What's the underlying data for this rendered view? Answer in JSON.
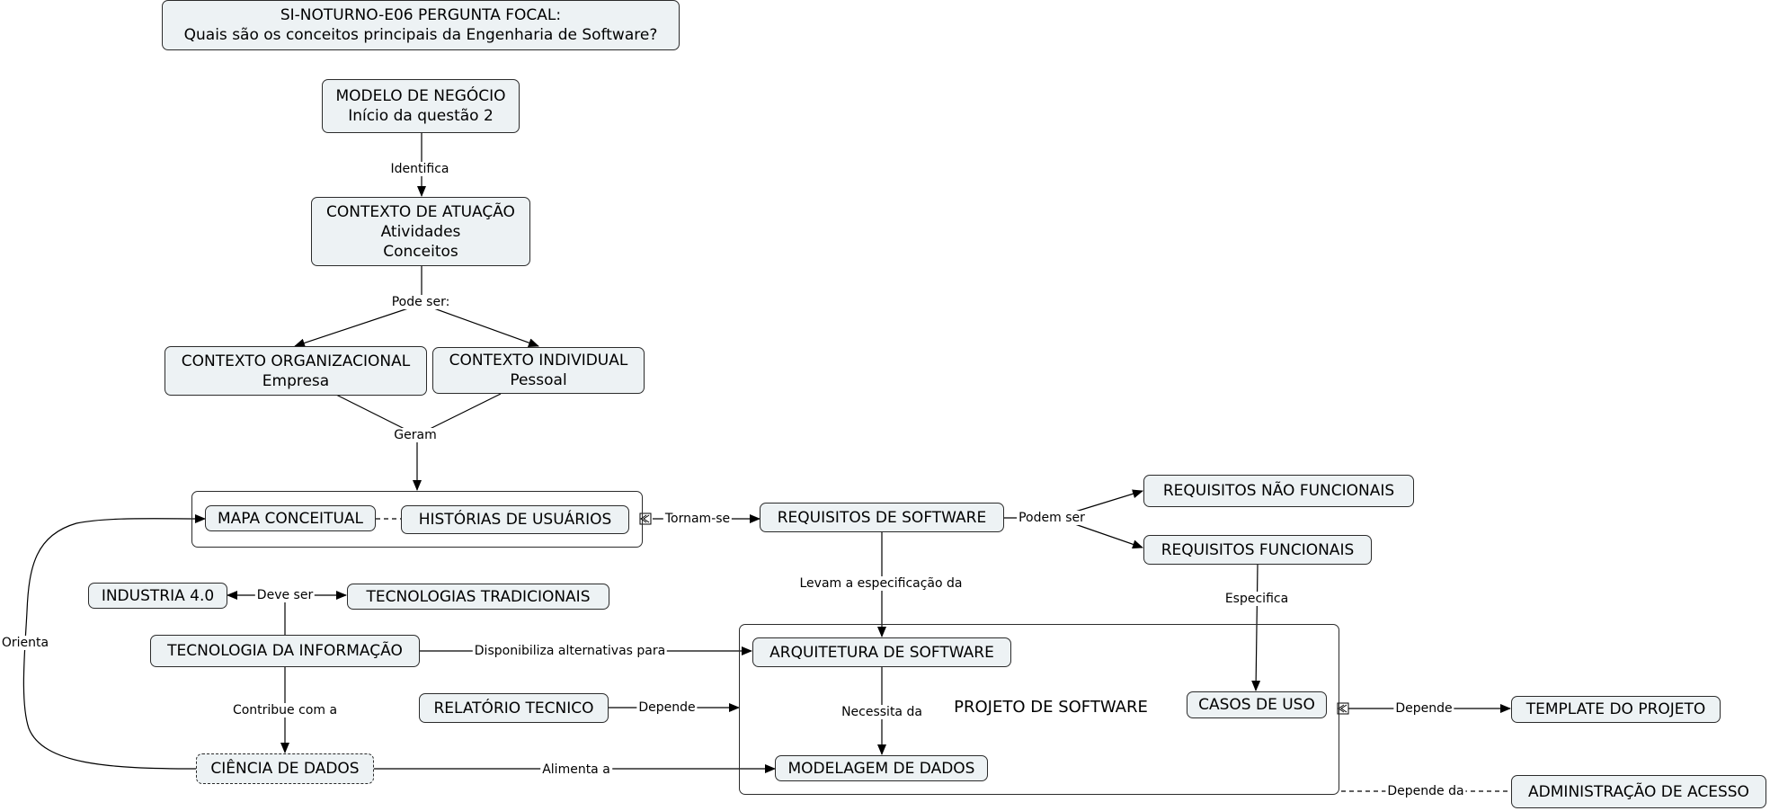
{
  "nodes": {
    "pergunta_focal": [
      "SI-NOTURNO-E06 PERGUNTA FOCAL:",
      "Quais são os conceitos principais da Engenharia de Software?"
    ],
    "modelo_negocio": [
      "MODELO DE NEGÓCIO",
      "Início da questão 2"
    ],
    "contexto_atuacao": [
      "CONTEXTO DE ATUAÇÃO",
      "Atividades",
      "Conceitos"
    ],
    "contexto_organizacional": [
      "CONTEXTO ORGANIZACIONAL",
      "Empresa"
    ],
    "contexto_individual": [
      "CONTEXTO INDIVIDUAL",
      "Pessoal"
    ],
    "mapa_conceitual": "MAPA CONCEITUAL",
    "historias_usuarios": "HISTÓRIAS DE USUÁRIOS",
    "requisitos_software": "REQUISITOS DE SOFTWARE",
    "requisitos_nao_funcionais": "REQUISITOS NÃO FUNCIONAIS",
    "requisitos_funcionais": "REQUISITOS FUNCIONAIS",
    "industria_40": "INDUSTRIA 4.0",
    "tecnologias_tradicionais": "TECNOLOGIAS TRADICIONAIS",
    "tecnologia_informacao": "TECNOLOGIA DA INFORMAÇÃO",
    "ciencia_dados": "CIÊNCIA DE DADOS",
    "relatorio_tecnico": "RELATÓRIO TECNICO",
    "arquitetura_software": "ARQUITETURA DE SOFTWARE",
    "modelagem_dados": "MODELAGEM DE DADOS",
    "casos_uso": "CASOS DE USO",
    "template_projeto": "TEMPLATE DO PROJETO",
    "administracao_acesso": "ADMINISTRAÇÃO DE ACESSO"
  },
  "groups": {
    "projeto_software": "PROJETO DE SOFTWARE"
  },
  "links": {
    "identifica": "Identifica",
    "pode_ser": "Pode ser:",
    "geram": "Geram",
    "tornam_se": "Tornam-se",
    "podem_ser": "Podem ser",
    "levam_a": "Levam a especificação da",
    "especifica": "Especifica",
    "deve_ser": "Deve ser",
    "disponibiliza": "Disponibiliza alternativas para",
    "contribue": "Contribue com a",
    "depende_relatorio": "Depende",
    "necessita": "Necessita da",
    "depende_template": "Depende",
    "alimenta": "Alimenta a",
    "orienta": "Orienta",
    "depende_da": "Depende da"
  },
  "colors": {
    "node_fill": "#edf2f4",
    "border": "#2b2b2b",
    "background": "#ffffff"
  }
}
